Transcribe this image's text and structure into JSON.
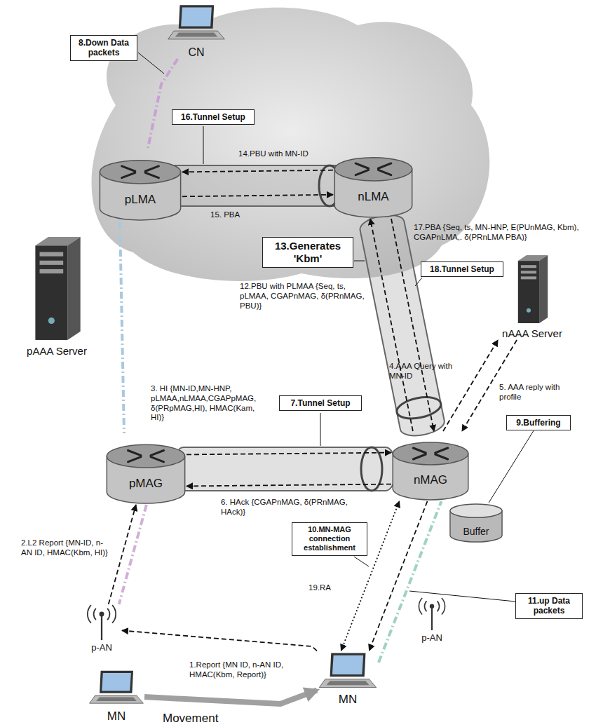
{
  "diagram": {
    "nodes": [
      {
        "text": [
          "CN"
        ]
      },
      {
        "text": [
          "8.Down Data packets"
        ]
      },
      {
        "text": [
          "16.Tunnel Setup"
        ]
      },
      {
        "text": [
          "pLMA"
        ]
      },
      {
        "text": [
          "nLMA"
        ]
      },
      {
        "text": [
          "13.Generates 'Kbm'"
        ]
      },
      {
        "text": [
          "18.Tunnel Setup"
        ]
      },
      {
        "text": [
          "pAAA Server"
        ]
      },
      {
        "text": [
          "nAAA Server"
        ]
      },
      {
        "text": [
          "7.Tunnel Setup"
        ]
      },
      {
        "text": [
          "9.Buffering"
        ]
      },
      {
        "text": [
          "pMAG"
        ]
      },
      {
        "text": [
          "nMAG"
        ]
      },
      {
        "text": [
          "Buffer"
        ]
      },
      {
        "text": [
          "10.MN-MAG connection establishment"
        ]
      },
      {
        "text": [
          "11.up Data packets"
        ]
      },
      {
        "text": [
          "p-AN"
        ]
      },
      {
        "text": [
          "p-AN"
        ]
      },
      {
        "text": [
          "MN"
        ]
      },
      {
        "text": [
          "MN"
        ]
      }
    ],
    "edges": [
      {
        "from": 19,
        "to": 16,
        "arrow": "to",
        "label": "1.Report {MN ID, n-AN ID, HMAC(Kbm, Report)}"
      },
      {
        "from": 16,
        "to": 11,
        "arrow": "to",
        "label": "2.L2 Report {MN-ID, n-AN ID, HMAC(Kbm, HI)}"
      },
      {
        "from": 11,
        "to": 12,
        "arrow": "to",
        "label": "3. HI {MN-ID,MN-HNP, pLMAA,nLMAA,CGAPpMAG, δ(PRpMAG,HI), HMAC(Kam, HI)}"
      },
      {
        "from": 12,
        "to": 8,
        "arrow": "to",
        "label": "4.AAA Query with MN-ID"
      },
      {
        "from": 8,
        "to": 12,
        "arrow": "to",
        "label": "5. AAA reply with profile"
      },
      {
        "from": 12,
        "to": 11,
        "arrow": "to",
        "label": "6. HAck {CGAPnMAG, δ(PRnMAG, HAck)}"
      },
      {
        "from": 12,
        "to": 4,
        "arrow": "to",
        "label": "12.PBU with PLMAA {Seq, ts, pLMAA, CGAPnMAG, δ(PRnMAG, PBU)}"
      },
      {
        "from": 4,
        "to": 3,
        "arrow": "to",
        "label": "14.PBU with MN-ID"
      },
      {
        "from": 3,
        "to": 4,
        "arrow": "to",
        "label": "15. PBA"
      },
      {
        "from": 4,
        "to": 12,
        "arrow": "to",
        "label": "17.PBA {Seq, ts, MN-HNP, E(PUnMAG, Kbm), CGAPnLMA,. δ(PRnLMA PBA)}"
      },
      {
        "from": 12,
        "to": 19,
        "arrow": "to",
        "label": "19.RA"
      },
      {
        "from": 19,
        "to": 12,
        "arrow": "both"
      },
      {
        "from": 18,
        "to": 19,
        "arrow": "to",
        "label": "Movement"
      },
      {
        "from": 0,
        "to": 3,
        "arrow": "none"
      },
      {
        "from": 3,
        "to": 11,
        "arrow": "none"
      },
      {
        "from": 19,
        "to": 12,
        "arrow": "none"
      },
      {
        "from": 10,
        "to": 13,
        "arrow": "none"
      },
      {
        "from": 11,
        "to": 16,
        "arrow": "none"
      }
    ]
  }
}
